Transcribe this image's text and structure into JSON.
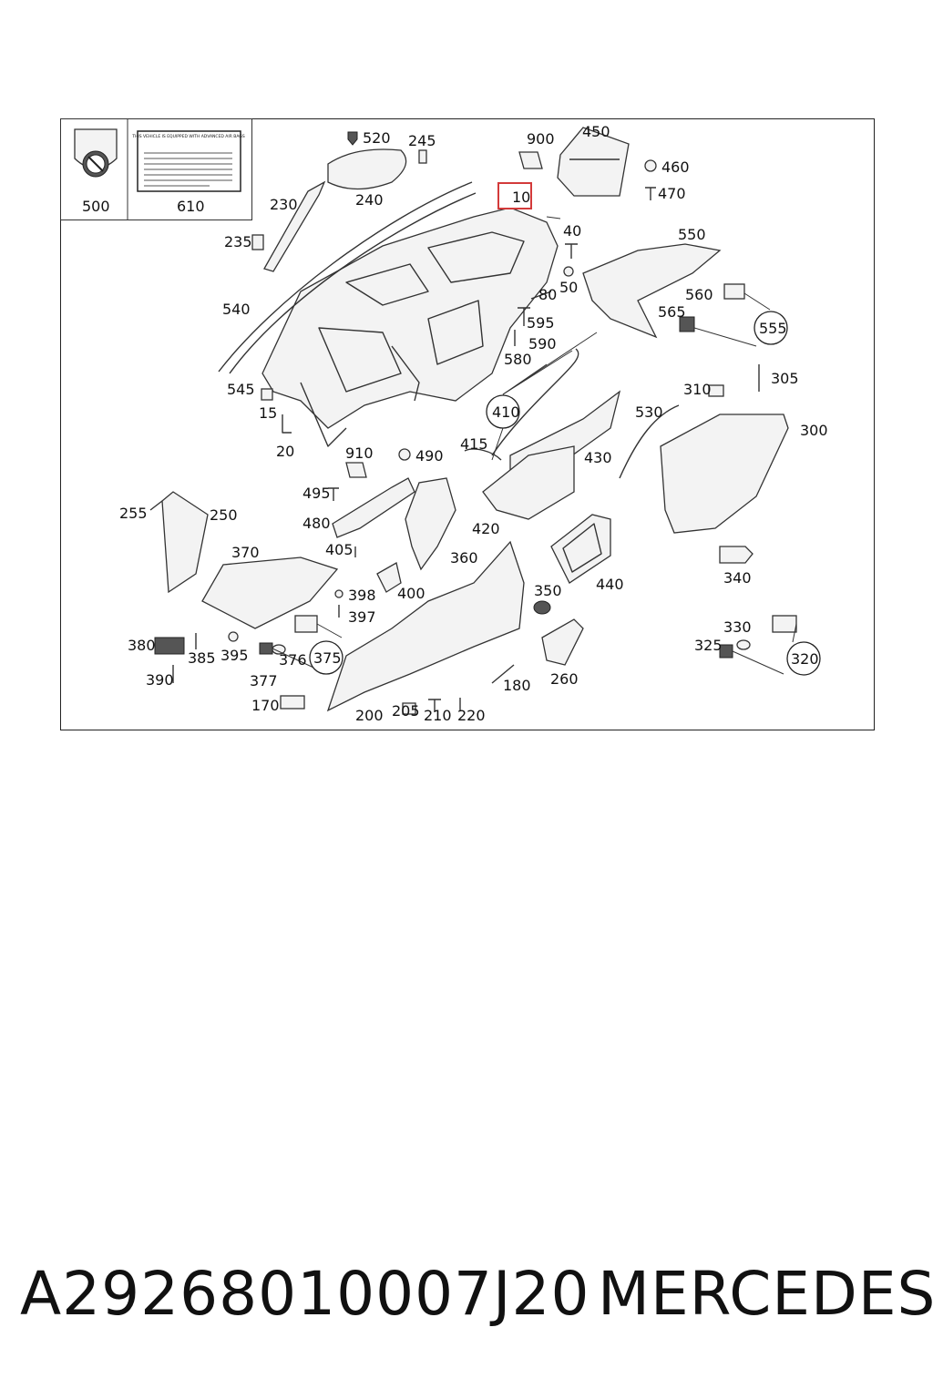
{
  "footer": {
    "part_number": "A29268010007J20",
    "brand": "MERCEDES"
  },
  "legend": {
    "left_label_number": "500",
    "right_label_number": "610",
    "right_label_heading": "THIS VEHICLE IS EQUIPPED WITH ADVANCED AIR BAGS"
  },
  "colors": {
    "highlight": "#d33a3a",
    "line": "#333333"
  },
  "callouts": [
    "520",
    "245",
    "900",
    "450",
    "460",
    "470",
    "10",
    "240",
    "230",
    "235",
    "40",
    "550",
    "50",
    "80",
    "560",
    "540",
    "595",
    "565",
    "555",
    "590",
    "580",
    "545",
    "305",
    "310",
    "410",
    "15",
    "530",
    "300",
    "20",
    "910",
    "490",
    "415",
    "430",
    "495",
    "255",
    "250",
    "420",
    "480",
    "405",
    "370",
    "360",
    "440",
    "340",
    "398",
    "400",
    "350",
    "397",
    "330",
    "380",
    "385",
    "395",
    "376",
    "375",
    "325",
    "320",
    "390",
    "377",
    "180",
    "260",
    "170",
    "200",
    "205",
    "210",
    "220"
  ],
  "circled": [
    "410",
    "555",
    "375",
    "320"
  ],
  "highlighted": "10"
}
